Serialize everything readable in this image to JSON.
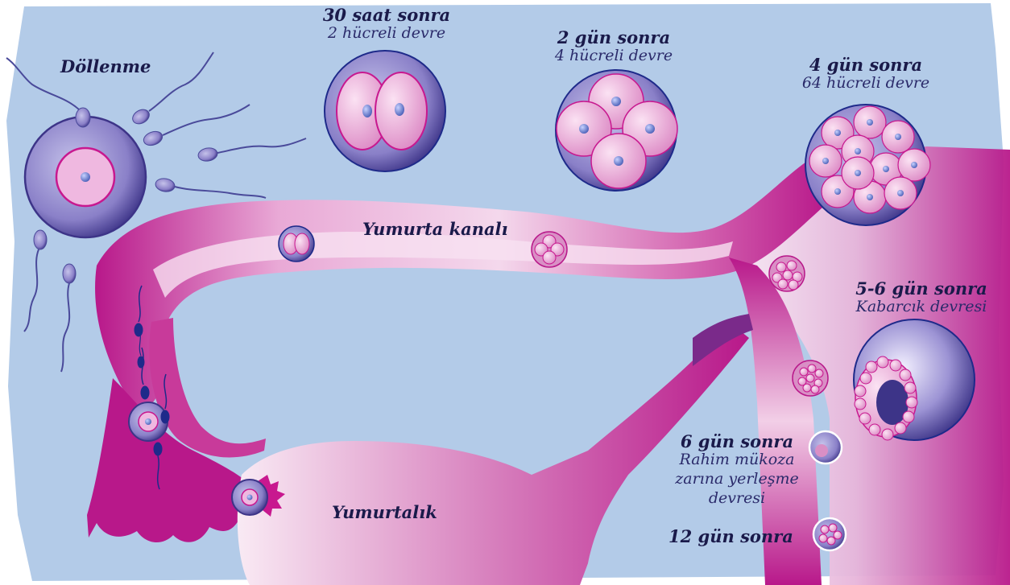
{
  "labels": {
    "fertilization": "Döllenme",
    "stage1_time": "30 saat sonra",
    "stage1_desc": "2 hücreli devre",
    "stage2_time": "2 gün sonra",
    "stage2_desc": "4 hücreli devre",
    "stage3_time": "4 gün sonra",
    "stage3_desc": "64 hücreli devre",
    "tube": "Yumurta kanalı",
    "stage4_time": "5-6 gün sonra",
    "stage4_desc": "Kabarcık devresi",
    "stage5_time": "6 gün sonra",
    "stage5_desc1": "Rahim mükoza",
    "stage5_desc2": "zarına yerleşme",
    "stage5_desc3": "devresi",
    "ovary": "Yumurtalık",
    "stage6_time": "12 gün sonra"
  },
  "colors": {
    "background": "#b3cbe8",
    "tissue": "#b8188a",
    "tissue_light": "#f4d8ec",
    "cell_outer": "#5a4f9e",
    "cell_inner": "#e7a8d4",
    "nucleus": "#6a7fd0"
  }
}
